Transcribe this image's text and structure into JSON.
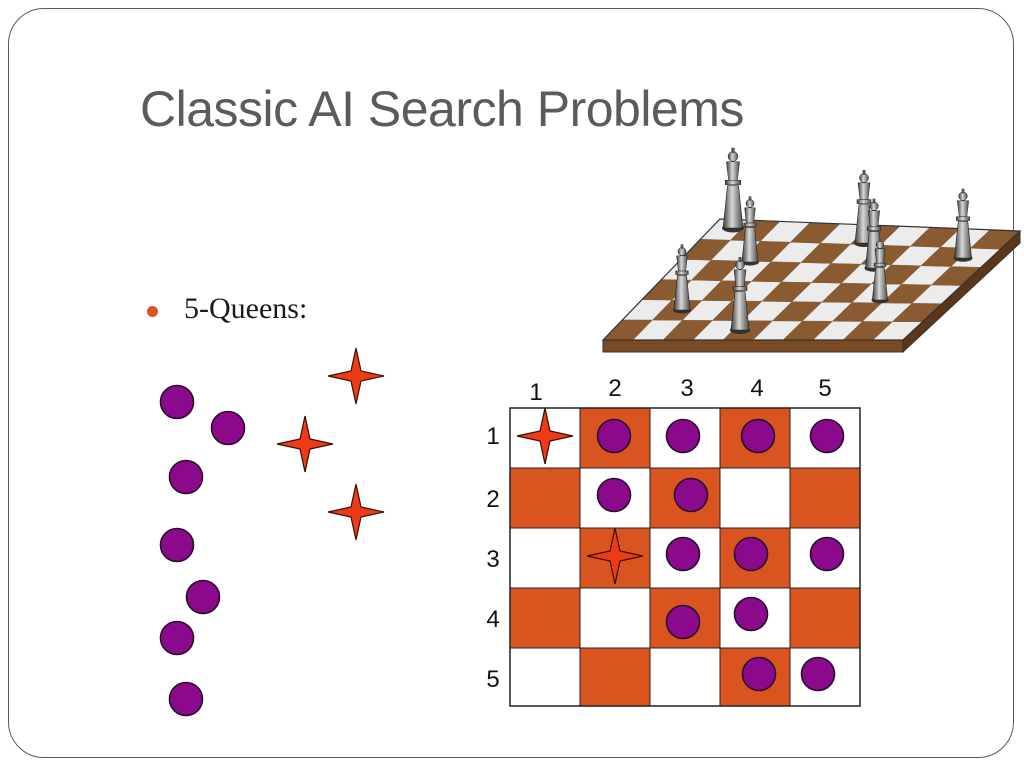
{
  "slide": {
    "title": "Classic AI Search Problems",
    "bullet": "5-Queens:"
  },
  "colors": {
    "accent": "#d9541e",
    "queen_token": "#8b0a8c",
    "star": "#ee3a16",
    "title_gray": "#5e5a5a"
  },
  "icons": {
    "chessboard": "chessboard-with-queens-icon",
    "queen": "purple-circle-icon",
    "star": "four-point-star-icon"
  },
  "grid": {
    "col_labels": [
      "1",
      "2",
      "3",
      "4",
      "5"
    ],
    "row_labels": [
      "1",
      "2",
      "3",
      "4",
      "5"
    ]
  }
}
